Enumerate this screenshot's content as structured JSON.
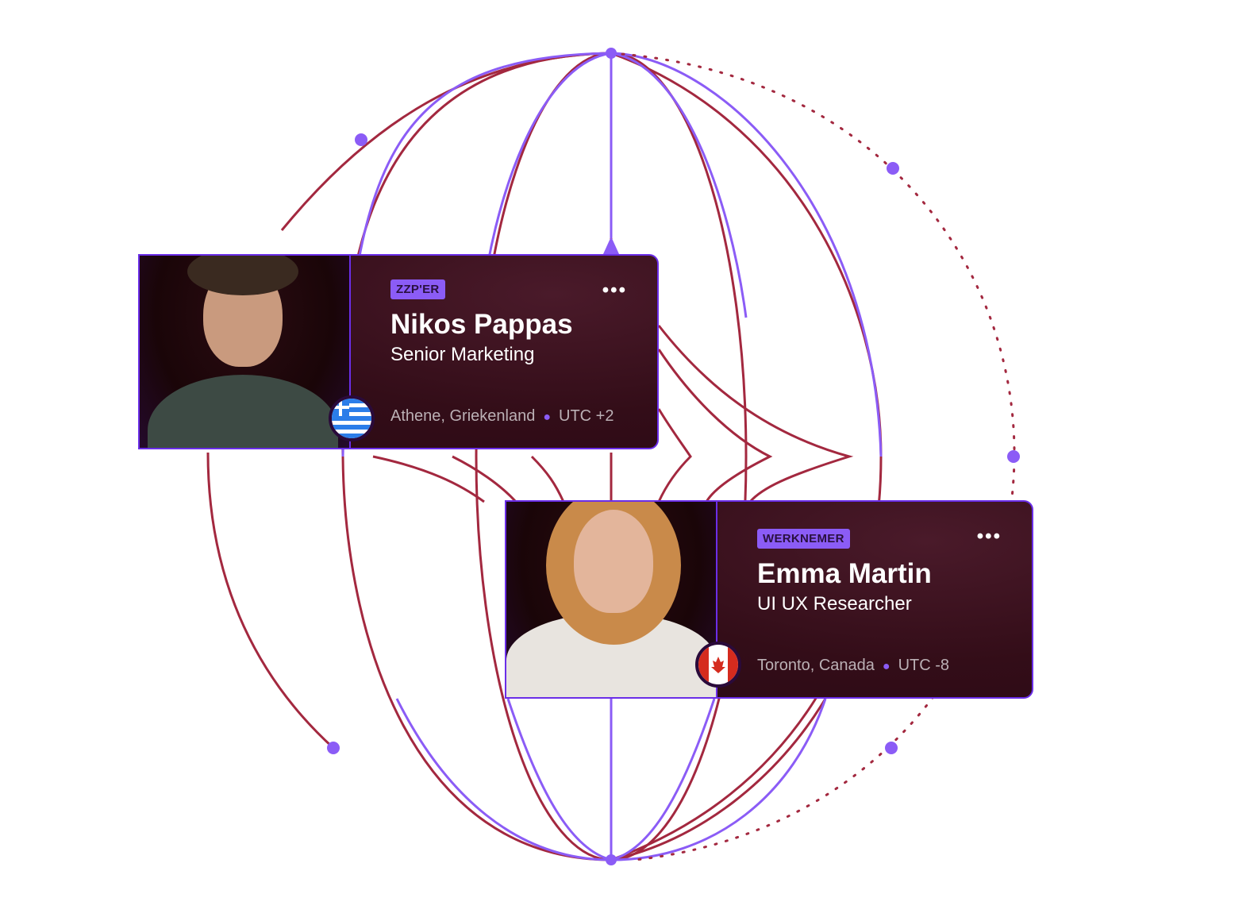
{
  "colors": {
    "purple": "#8b5cf6",
    "red": "#a3283f",
    "card_border": "#6b2ee8"
  },
  "cards": [
    {
      "badge": "ZZP'ER",
      "name": "Nikos Pappas",
      "role": "Senior Marketing",
      "location": "Athene, Griekenland",
      "timezone": "UTC +2",
      "flag": "greece-flag-icon",
      "more": "•••"
    },
    {
      "badge": "WERKNEMER",
      "name": "Emma Martin",
      "role": "UI UX Researcher",
      "location": "Toronto, Canada",
      "timezone": "UTC -8",
      "flag": "canada-flag-icon",
      "more": "•••"
    }
  ]
}
